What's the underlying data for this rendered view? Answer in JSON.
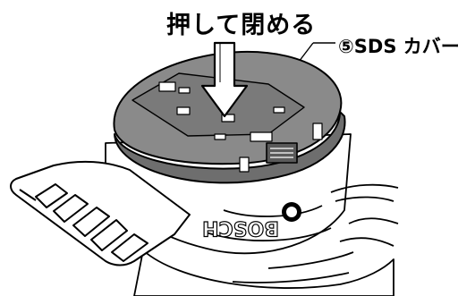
{
  "labels": {
    "instruction": "押して閉める",
    "callout": "⑤SDS カバー",
    "brand": "BOSCH"
  },
  "colors": {
    "cover_fill": "#8a8a8a",
    "outline": "#000000",
    "body_fill": "#ffffff"
  },
  "icons": {
    "press_arrow": "down-arrow-icon",
    "brand_logo": "bosch-logo-icon"
  }
}
